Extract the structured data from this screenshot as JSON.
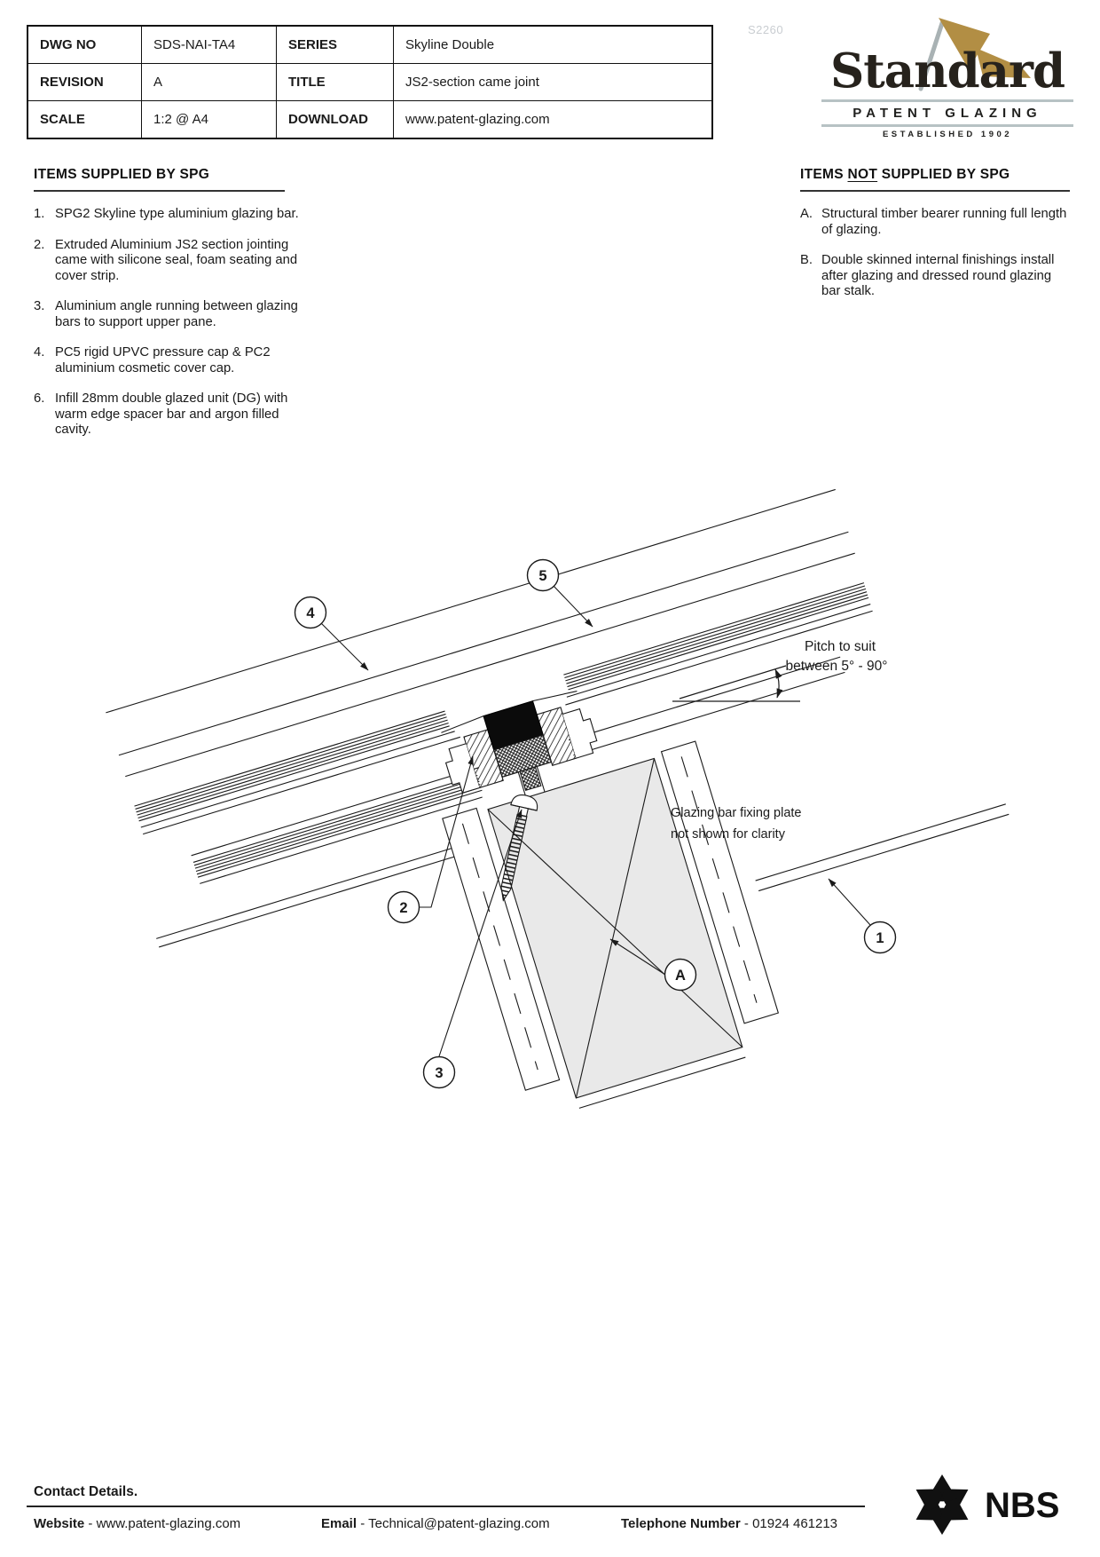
{
  "watermark": "S2260",
  "title_block": {
    "rows": [
      {
        "label1": "DWG NO",
        "value1": "SDS-NAI-TA4",
        "label2": "SERIES",
        "value2": "Skyline Double"
      },
      {
        "label1": "REVISION",
        "value1": "A",
        "label2": "TITLE",
        "value2": "JS2-section came joint"
      },
      {
        "label1": "SCALE",
        "value1": "1:2 @ A4",
        "label2": "DOWNLOAD",
        "value2": "www.patent-glazing.com"
      }
    ]
  },
  "logo": {
    "name": "Standard",
    "subtitle": "PATENT GLAZING",
    "established": "ESTABLISHED 1902",
    "flag_color": "#b28e44",
    "pole_color": "#a9b2b4"
  },
  "supplied": {
    "heading": "ITEMS SUPPLIED BY SPG",
    "items": [
      {
        "num": "1.",
        "text": "SPG2 Skyline type aluminium glazing bar."
      },
      {
        "num": "2.",
        "text": "Extruded Aluminium JS2 section jointing came with silicone seal, foam seating and cover strip."
      },
      {
        "num": "3.",
        "text": "Aluminium angle running between glazing bars to support upper pane."
      },
      {
        "num": "4.",
        "text": "PC5 rigid UPVC pressure cap & PC2 aluminium cosmetic cover cap."
      },
      {
        "num": "6.",
        "text": "Infill 28mm double glazed unit (DG) with warm edge spacer bar and argon filled cavity."
      }
    ]
  },
  "not_supplied": {
    "heading_pre": "ITEMS ",
    "heading_not": "NOT",
    "heading_post": " SUPPLIED BY SPG",
    "items": [
      {
        "num": "A.",
        "text": "Structural timber bearer running full length of glazing."
      },
      {
        "num": "B.",
        "text": "Double skinned internal finishings install after glazing and dressed round glazing bar stalk."
      }
    ]
  },
  "drawing": {
    "pitch_note_line1": "Pitch to suit",
    "pitch_note_line2": "between 5° - 90°",
    "fixing_note_line1": "Glazing bar fixing plate",
    "fixing_note_line2": "not shown for clarity",
    "callouts": [
      "4",
      "5",
      "2",
      "3",
      "A",
      "1"
    ]
  },
  "footer": {
    "heading": "Contact Details.",
    "website_label": "Website",
    "website_value": "www.patent-glazing.com",
    "email_label": "Email",
    "email_value": "Technical@patent-glazing.com",
    "phone_label": "Telephone Number",
    "phone_value": "01924 461213",
    "separator": "-",
    "nbs_label": "NBS"
  }
}
